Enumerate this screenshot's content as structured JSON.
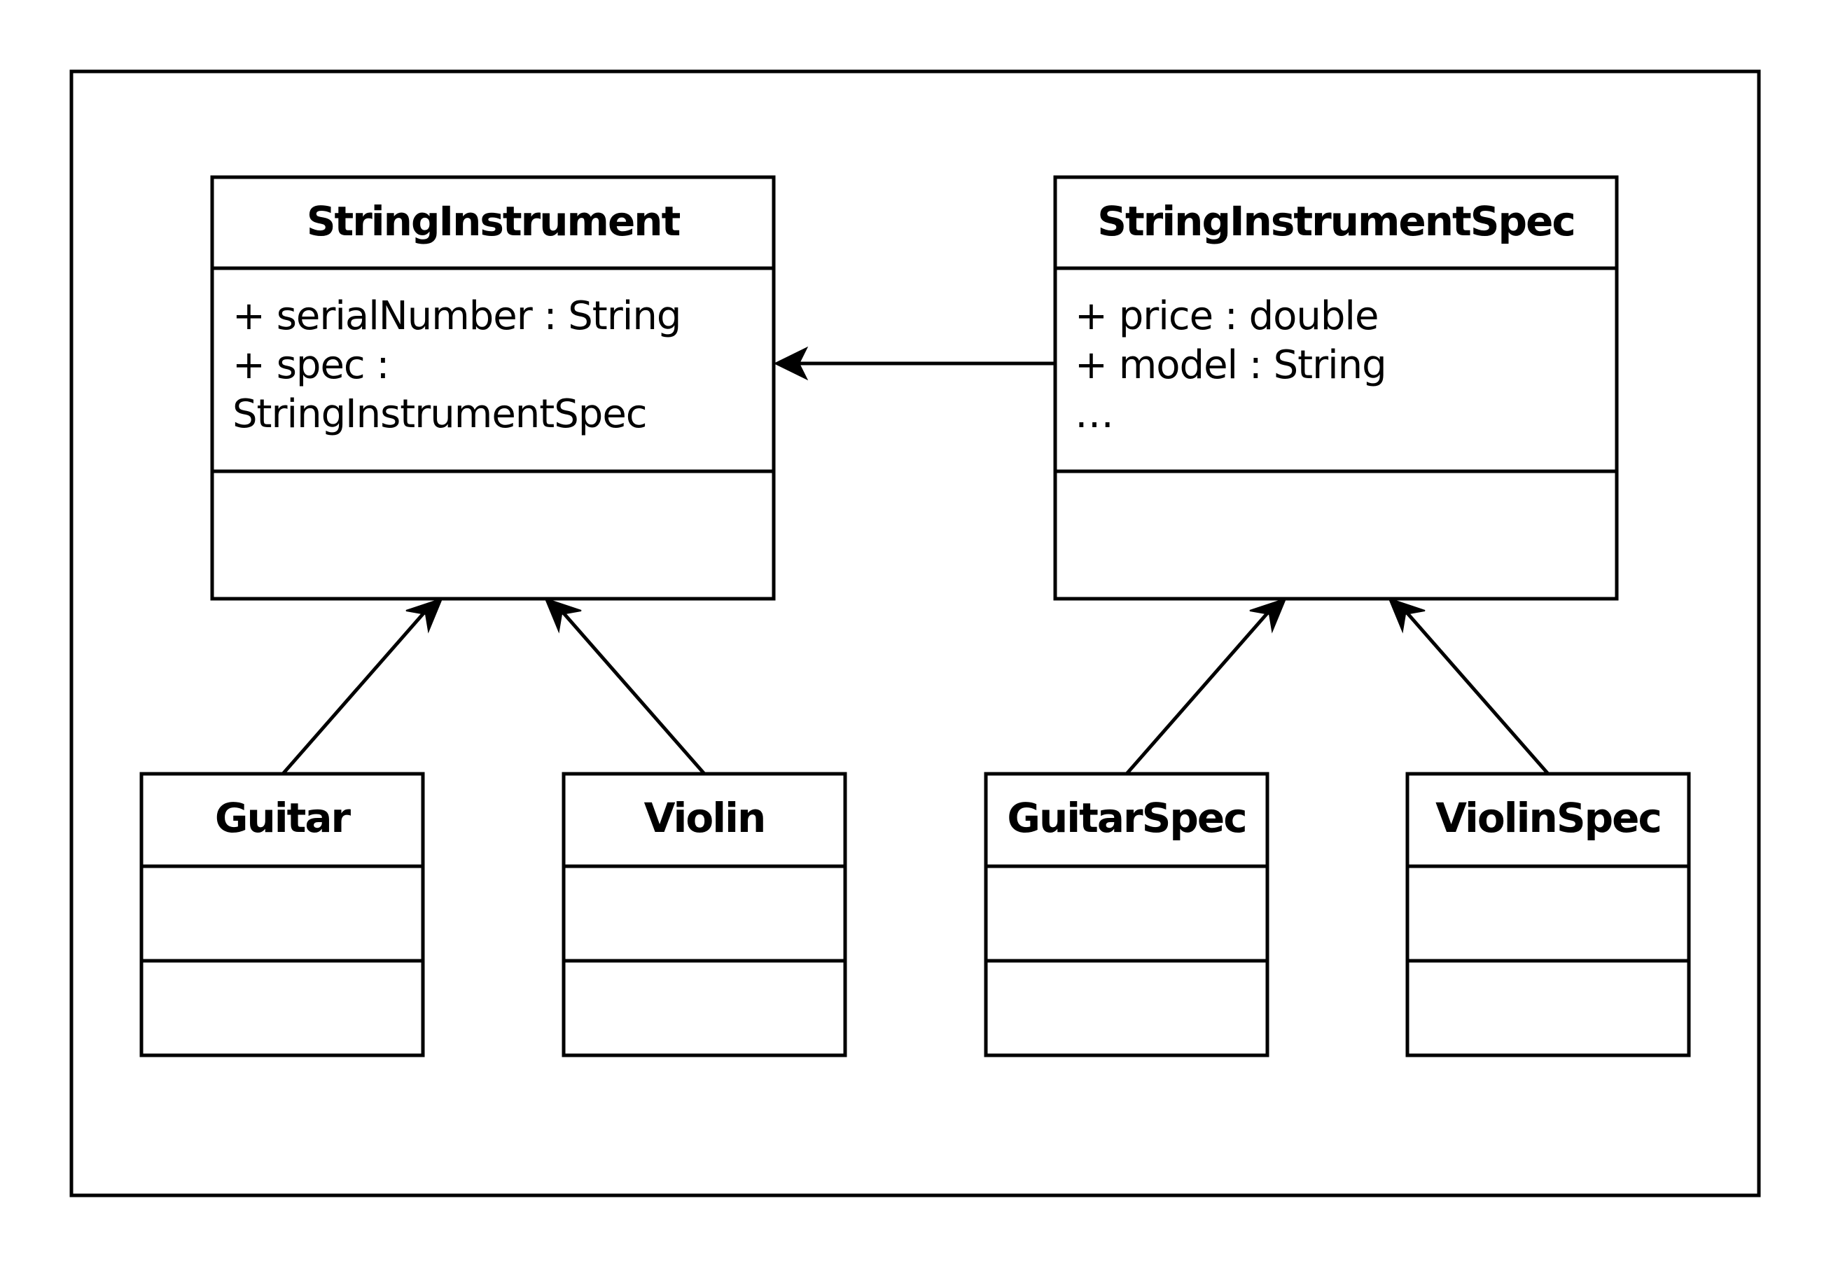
{
  "classes": {
    "string_instrument": {
      "name": "StringInstrument",
      "attributes": [
        "+ serialNumber : String",
        "+ spec :",
        "StringInstrumentSpec"
      ]
    },
    "string_instrument_spec": {
      "name": "StringInstrumentSpec",
      "attributes": [
        "+ price : double",
        "+ model : String",
        "…"
      ]
    },
    "guitar": {
      "name": "Guitar"
    },
    "violin": {
      "name": "Violin"
    },
    "guitar_spec": {
      "name": "GuitarSpec"
    },
    "violin_spec": {
      "name": "ViolinSpec"
    }
  },
  "relations": [
    {
      "from": "StringInstrumentSpec",
      "to": "StringInstrument",
      "kind": "association"
    },
    {
      "from": "Guitar",
      "to": "StringInstrument",
      "kind": "inheritance"
    },
    {
      "from": "Violin",
      "to": "StringInstrument",
      "kind": "inheritance"
    },
    {
      "from": "GuitarSpec",
      "to": "StringInstrumentSpec",
      "kind": "inheritance"
    },
    {
      "from": "ViolinSpec",
      "to": "StringInstrumentSpec",
      "kind": "inheritance"
    }
  ]
}
